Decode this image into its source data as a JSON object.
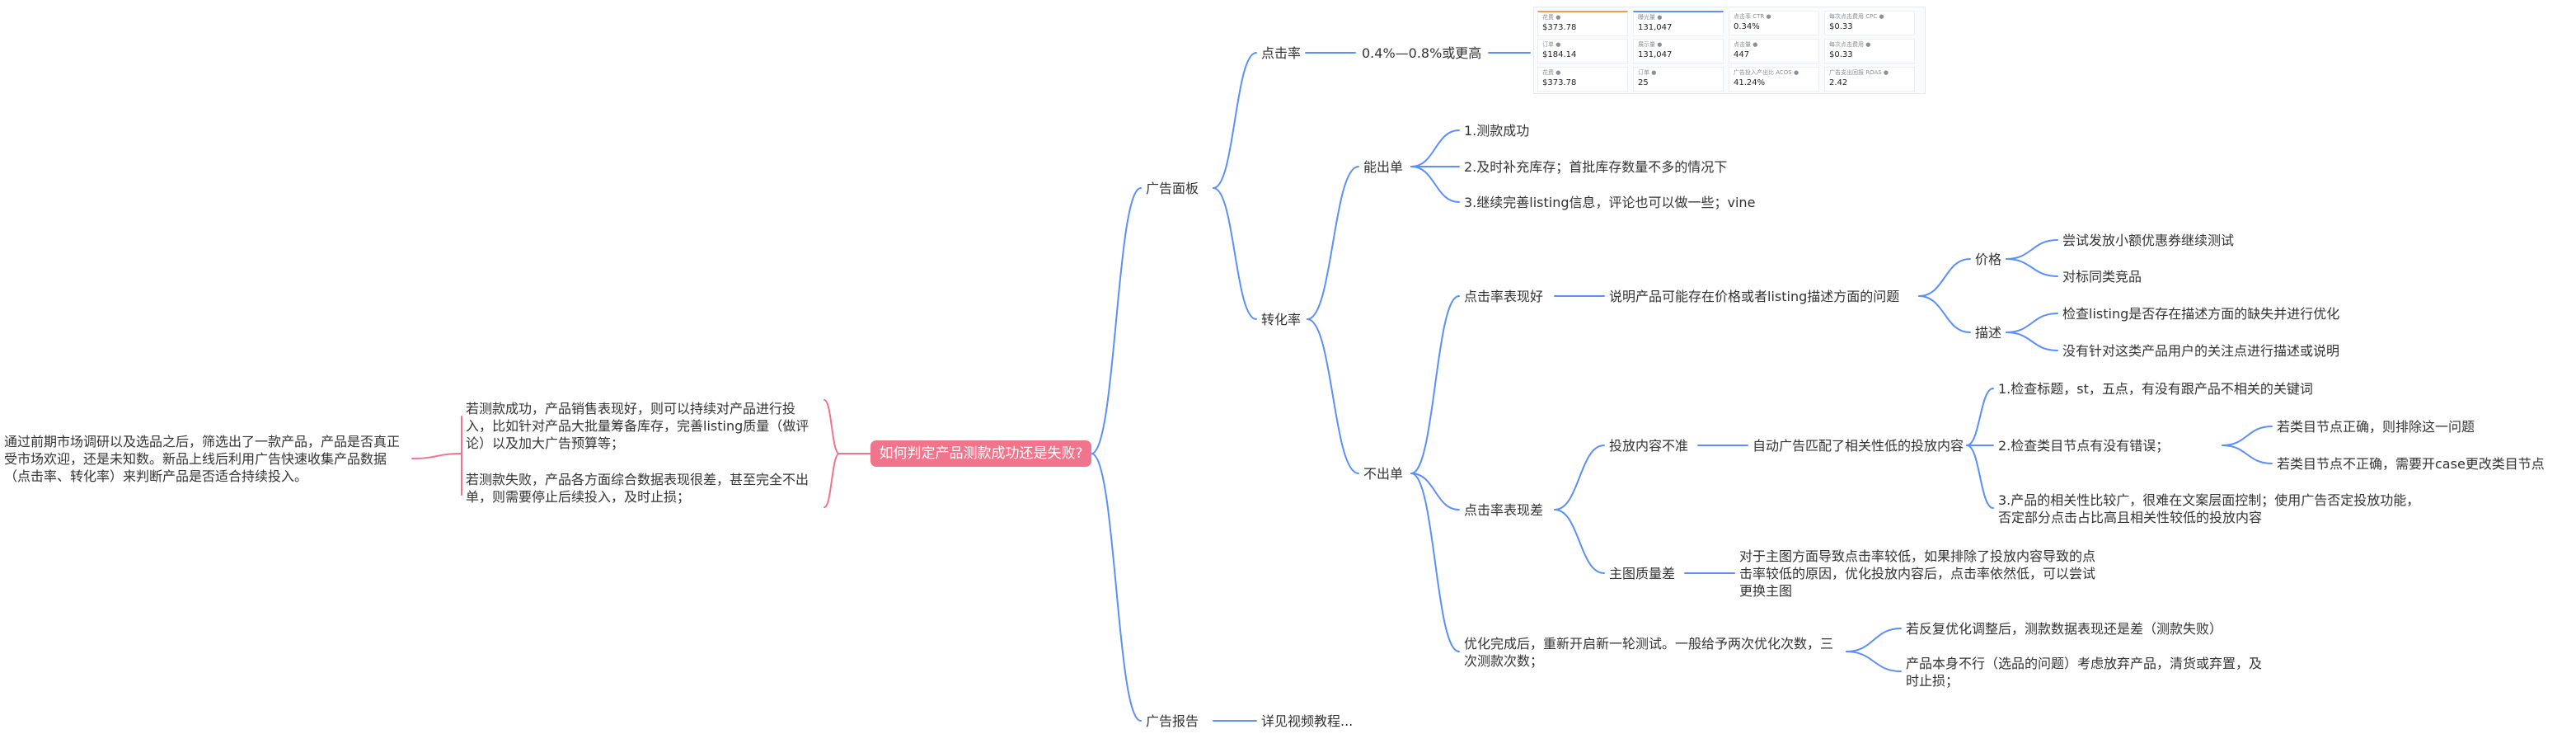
{
  "mindmap": {
    "root": "如何判定产品测款成功还是失败?",
    "intro": "通过前期市场调研以及选品之后，筛选出了一款产品，产品是否真正受市场欢迎，还是未知数。新品上线后利用广告快速收集产品数据（点击率、转化率）来判断产品是否适合持续投入。",
    "outcome_success": "若测款成功，产品销售表现好，则可以持续对产品进行投入，比如针对产品大批量筹备库存，完善listing质量（做评论）以及加大广告预算等；",
    "outcome_fail": "若测款失败，产品各方面综合数据表现很差，甚至完全不出单，则需要停止后续投入，及时止损；",
    "ad_panel": "广告面板",
    "ctr": "点击率",
    "ctr_range": "0.4%—0.8%或更高",
    "cvr": "转化率",
    "can_order": "能出单",
    "can_order_items": [
      "1.测款成功",
      "2.及时补充库存；首批库存数量不多的情况下",
      "3.继续完善listing信息，评论也可以做一些；vine"
    ],
    "no_order": "不出单",
    "ctr_good": "点击率表现好",
    "ctr_good_desc": "说明产品可能存在价格或者listing描述方面的问题",
    "price": "价格",
    "price_items": [
      "尝试发放小额优惠券继续测试",
      "对标同类竞品"
    ],
    "desc": "描述",
    "desc_items": [
      "检查listing是否存在描述方面的缺失并进行优化",
      "没有针对这类产品用户的关注点进行描述或说明"
    ],
    "ctr_bad": "点击率表现差",
    "placement_bad": "投放内容不准",
    "auto_match": "自动广告匹配了相关性低的投放内容",
    "check_title": "1.检查标题，st，五点，有没有跟产品不相关的关键词",
    "check_node": "2.检查类目节点有没有错误；",
    "node_correct": "若类目节点正确，则排除这一问题",
    "node_wrong": "若类目节点不正确，需要开case更改类目节点",
    "relevance": "3.产品的相关性比较广，很难在文案层面控制；使用广告否定投放功能，否定部分点击占比高且相关性较低的投放内容",
    "main_img": "主图质量差",
    "main_img_desc": "对于主图方面导致点击率较低，如果排除了投放内容导致的点击率较低的原因，优化投放内容后，点击率依然低，可以尝试更换主图",
    "retest": "优化完成后，重新开启新一轮测试。一般给予两次优化次数，三次测款次数；",
    "retest_fail": "若反复优化调整后，测款数据表现还是差（测款失败）",
    "retest_give_up": "产品本身不行（选品的问题）考虑放弃产品，清货或弃置，及时止损；",
    "ad_report": "广告报告",
    "report_link": "详见视频教程..."
  },
  "dashboard_thumbnail": {
    "cards": [
      {
        "label": "花费 ●",
        "value": "$373.78"
      },
      {
        "label": "曝光量 ●",
        "value": "131,047"
      },
      {
        "label": "点击率 CTR ●",
        "value": "0.34%"
      },
      {
        "label": "每次点击费用 CPC ●",
        "value": "$0.33"
      },
      {
        "label": "订单 ●",
        "value": "$184.14"
      },
      {
        "label": "展示量 ●",
        "value": "131,047"
      },
      {
        "label": "点击量 ●",
        "value": "447"
      },
      {
        "label": "每次点击费用 ●",
        "value": "$0.33"
      },
      {
        "label": "花费 ●",
        "value": "$373.78"
      },
      {
        "label": "订单 ●",
        "value": "25"
      },
      {
        "label": "广告投入产出比 ACOS ●",
        "value": "41.24%"
      },
      {
        "label": "广告支出回报 ROAS ●",
        "value": "2.42"
      }
    ]
  },
  "colors": {
    "branch": "#5b8ff9",
    "root_fill": "#f0748b",
    "left_branch": "#f0748b"
  }
}
